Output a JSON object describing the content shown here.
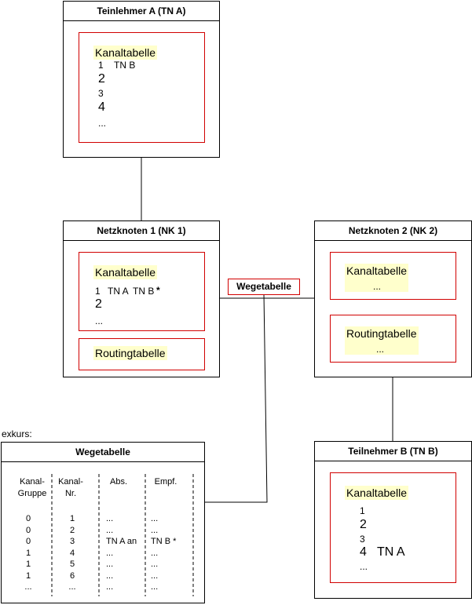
{
  "nodes": {
    "tn_a": {
      "title": "Teinlehmer A (TN A)",
      "kanal_label": "Kanaltabelle",
      "rows": [
        {
          "num": "1",
          "entry": "TN B"
        },
        {
          "num": "2",
          "entry": ""
        },
        {
          "num": "3",
          "entry": ""
        },
        {
          "num": "4",
          "entry": ""
        }
      ],
      "ellipsis": "..."
    },
    "nk1": {
      "title": "Netzknoten 1 (NK 1)",
      "kanal_label": "Kanaltabelle",
      "row1_num": "1",
      "row1_a": "TN A",
      "row1_b": "TN B",
      "row1_star": "*",
      "row2_num": "2",
      "ellipsis": "...",
      "routing_label": "Routingtabelle"
    },
    "nk2": {
      "title": "Netzknoten 2 (NK 2)",
      "kanal_label": "Kanaltabelle",
      "kanal_ellipsis": "...",
      "routing_label": "Routingtabelle",
      "routing_ellipsis": "..."
    },
    "tn_b": {
      "title": "Teilnehmer B (TN B)",
      "kanal_label": "Kanaltabelle",
      "rows": [
        {
          "num": "1",
          "entry": ""
        },
        {
          "num": "2",
          "entry": ""
        },
        {
          "num": "3",
          "entry": ""
        },
        {
          "num": "4",
          "entry": "TN A"
        }
      ],
      "ellipsis": "..."
    }
  },
  "wegetabelle_label": "Wegetabelle",
  "exkurs": {
    "label": "exkurs:",
    "title": "Wegetabelle",
    "columns": [
      {
        "header": "Kanal-\nGruppe",
        "values": "0\n0\n0\n1\n1\n1\n..."
      },
      {
        "header": "Kanal-\nNr.",
        "values": "1\n2\n3\n4\n5\n6\n..."
      },
      {
        "header": "Abs.",
        "values": "...\n...\nTN A an\n...\n...\n...\n..."
      },
      {
        "header": "Empf.",
        "values": "...\n...\nTN B *\n...\n...\n...\n..."
      }
    ]
  },
  "colors": {
    "border": "#000000",
    "inner_border": "#d10000",
    "highlight": "#ffffcc"
  }
}
